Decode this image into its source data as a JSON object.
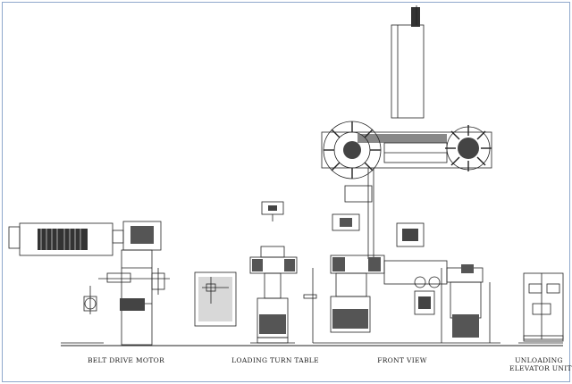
{
  "labels": {
    "belt_drive_motor": "BELT DRIVE MOTOR",
    "loading_turn_table": "LOADING TURN TABLE",
    "front_view": "FRONT VIEW",
    "unloading_line1": "UNLOADING",
    "unloading_line2": "ELEVATOR UNIT"
  },
  "colors": {
    "line": "#222222",
    "frame": "#8fa8cc"
  }
}
